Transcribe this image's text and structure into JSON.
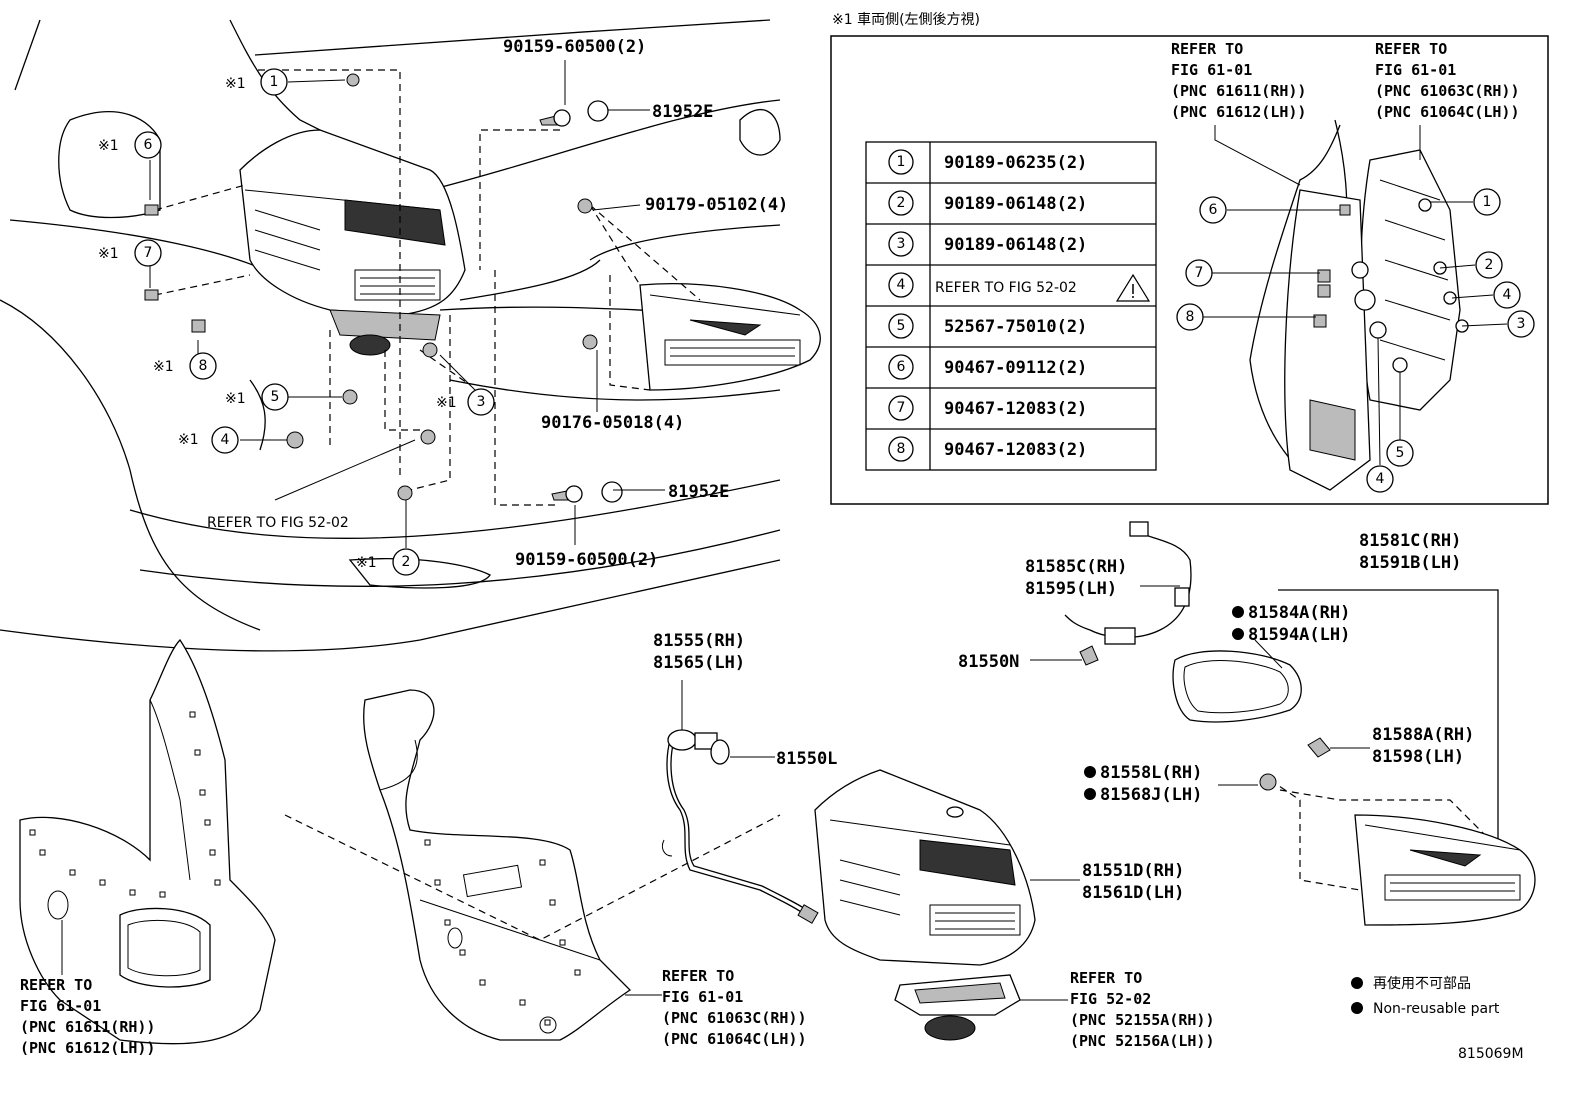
{
  "inset": {
    "title": "※1 車両側(左側後方視)",
    "refs": [
      {
        "line1": "REFER TO",
        "line2": "FIG 61-01",
        "line3": "(PNC 61611(RH))",
        "line4": "(PNC 61612(LH))"
      },
      {
        "line1": "REFER TO",
        "line2": "FIG 61-01",
        "line3": "(PNC 61063C(RH))",
        "line4": "(PNC 61064C(LH))"
      }
    ],
    "table": [
      {
        "num": "1",
        "part": "90189-06235(2)"
      },
      {
        "num": "2",
        "part": "90189-06148(2)"
      },
      {
        "num": "3",
        "part": "90189-06148(2)"
      },
      {
        "num": "4",
        "part": "REFER TO FIG 52-02"
      },
      {
        "num": "5",
        "part": "52567-75010(2)"
      },
      {
        "num": "6",
        "part": "90467-09112(2)"
      },
      {
        "num": "7",
        "part": "90467-12083(2)"
      },
      {
        "num": "8",
        "part": "90467-12083(2)"
      }
    ],
    "callouts": [
      "1",
      "2",
      "3",
      "4",
      "5",
      "6",
      "7",
      "8"
    ]
  },
  "main": {
    "mark": "※1",
    "callout_nums": [
      "1",
      "2",
      "3",
      "4",
      "5",
      "6",
      "7",
      "8"
    ],
    "parts": {
      "p_90159_top": "90159-60500(2)",
      "p_81952E_top": "81952E",
      "p_90179": "90179-05102(4)",
      "p_90176": "90176-05018(4)",
      "p_81952E_bot": "81952E",
      "p_90159_bot": "90159-60500(2)",
      "refer_52_02": "REFER TO FIG 52-02",
      "p_81585C": "81585C(RH)",
      "p_81595": "81595(LH)",
      "p_81550N": "81550N",
      "p_81555": "81555(RH)",
      "p_81565": "81565(LH)",
      "p_81550L": "81550L",
      "p_81581C": "81581C(RH)",
      "p_81591B": "81591B(LH)",
      "p_81584A": "81584A(RH)",
      "p_81594A": "81594A(LH)",
      "p_81588A": "81588A(RH)",
      "p_81598": "81598(LH)",
      "p_81558L": "81558L(RH)",
      "p_81568J": "81568J(LH)",
      "p_81551D": "81551D(RH)",
      "p_81561D": "81561D(LH)"
    },
    "refs_bottom": [
      {
        "line1": "REFER TO",
        "line2": "FIG 61-01",
        "line3": "(PNC 61611(RH))",
        "line4": "(PNC 61612(LH))"
      },
      {
        "line1": "REFER TO",
        "line2": "FIG 61-01",
        "line3": "(PNC 61063C(RH))",
        "line4": "(PNC 61064C(LH))"
      },
      {
        "line1": "REFER TO",
        "line2": "FIG 52-02",
        "line3": "(PNC 52155A(RH))",
        "line4": "(PNC 52156A(LH))"
      }
    ]
  },
  "legend": {
    "jp": "再使用不可部品",
    "en": "Non-reusable part"
  },
  "figure_code": "815069M"
}
